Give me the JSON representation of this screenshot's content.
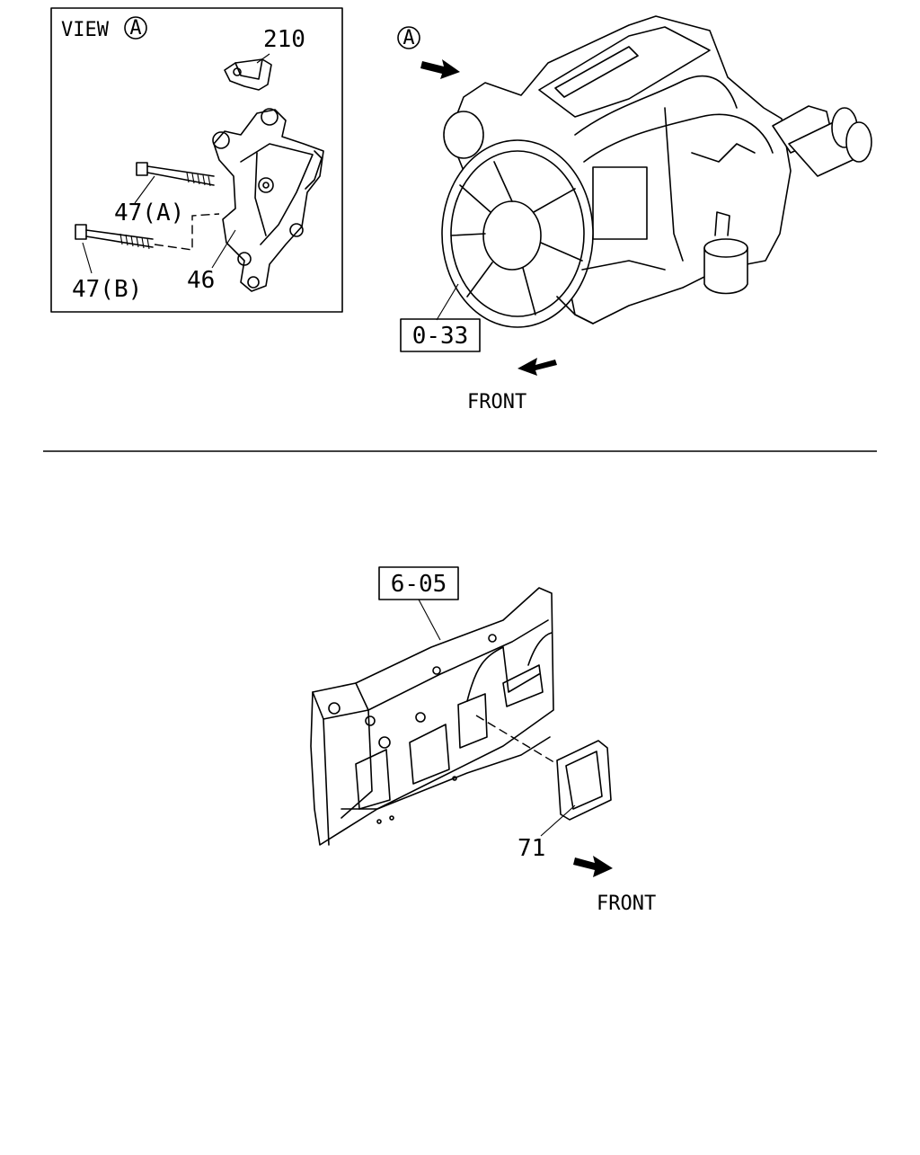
{
  "view_box": {
    "title": "VIEW",
    "title_marker": "A"
  },
  "callouts": {
    "p210": "210",
    "p47a": "47(A)",
    "p47b": "47(B)",
    "p46": "46",
    "p71": "71"
  },
  "refs": {
    "r033": "0-33",
    "r605": "6-05"
  },
  "view_marker": "A",
  "front_labels": {
    "top": "FRONT",
    "bottom": "FRONT"
  }
}
